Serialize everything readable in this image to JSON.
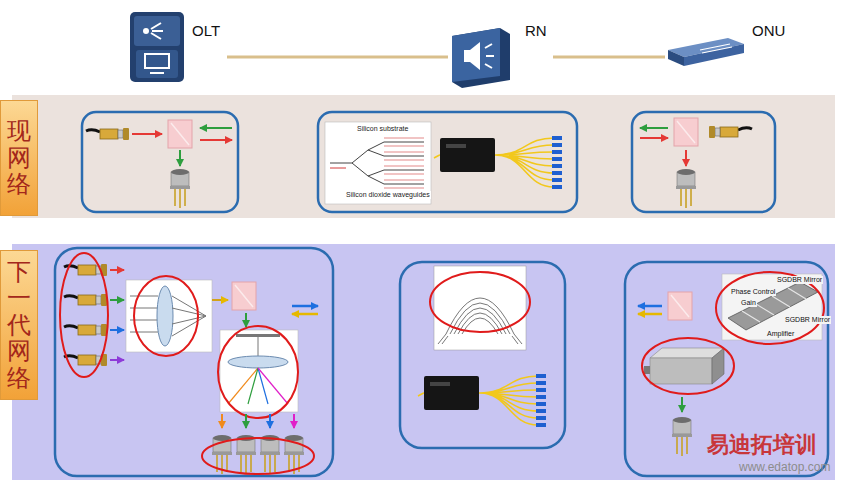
{
  "diagram": {
    "nodes": [
      {
        "text": [
          "OLT"
        ]
      },
      {
        "text": [
          "RN"
        ]
      },
      {
        "text": [
          "ONU"
        ]
      },
      {
        "text": [
          "现网络"
        ]
      },
      {
        "text": [
          "下一代网络"
        ]
      }
    ],
    "edges": [
      {
        "from": 0,
        "to": 1,
        "arrow": "none"
      },
      {
        "from": 1,
        "to": 2,
        "arrow": "none"
      }
    ],
    "labels": [
      "Silicon substrate",
      "Silicon dioxide waveguides",
      "SGDBR Mirror",
      "Phase Control",
      "Gain",
      "Amplifier",
      "SGDBR Mirror",
      "易迪拓培训",
      "www.edatop.com"
    ]
  }
}
